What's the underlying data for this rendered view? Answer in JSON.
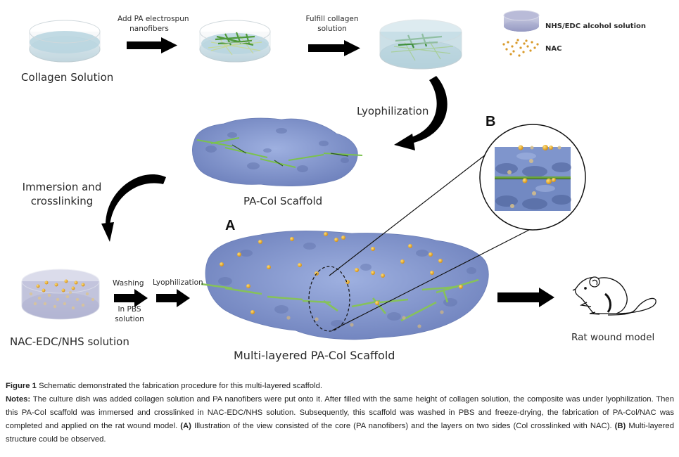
{
  "steps": {
    "dish1_label": "Collagen Solution",
    "arrow1_label_line1": "Add PA electrospun",
    "arrow1_label_line2": "nanofibers",
    "arrow2_label_line1": "Fulfill collagen",
    "arrow2_label_line2": "solution",
    "lyophilization_1": "Lyophilization",
    "scaffold1_label": "PA-Col Scaffold",
    "immersion_line1": "Immersion and",
    "immersion_line2": "crosslinking",
    "dish4_label": "NAC-EDC/NHS solution",
    "washing": "Washing",
    "in_pbs_line1": "In PBS",
    "in_pbs_line2": "solution",
    "lyophilization_2": "Lyophilization",
    "scaffold2_label": "Multi-layered PA-Col Scaffold",
    "rat_label": "Rat wound model"
  },
  "legend": [
    {
      "icon": "nhs-edc-dish-icon",
      "label": "NHS/EDC alcohol solution"
    },
    {
      "icon": "nac-particles-icon",
      "label": "NAC"
    }
  ],
  "panels": {
    "a": "A",
    "b": "B"
  },
  "caption": {
    "figure_label": "Figure 1",
    "figure_title": " Schematic demonstrated the fabrication procedure for this multi-layered scaffold.",
    "notes_label": "Notes:",
    "notes_text_1": " The culture dish was added collagen solution and PA nanofibers were put onto it. After filled with the same height of collagen solution, the composite was under lyophilization. Then this PA-Col scaffold was immersed and crosslinked in NAC-EDC/NHS solution. Subsequently, this scaffold was washed in PBS and freeze-drying, the fabrication of PA-Col/NAC was completed and applied on the rat wound model. ",
    "a_label": "(A)",
    "notes_text_2": " Illustration of the view consisted of the core (PA nanofibers) and the layers on two sides (Col crosslinked with NAC). ",
    "b_label": "(B)",
    "notes_text_3": " Multi-layered structure could be observed."
  },
  "colors": {
    "collagen": "#a9cdd8",
    "scaffold": "#7f93c9",
    "fiber": "#7fb55a",
    "nac": "#e0a020",
    "nhs_edc": "#9aa0c8",
    "arrow": "#000000"
  }
}
